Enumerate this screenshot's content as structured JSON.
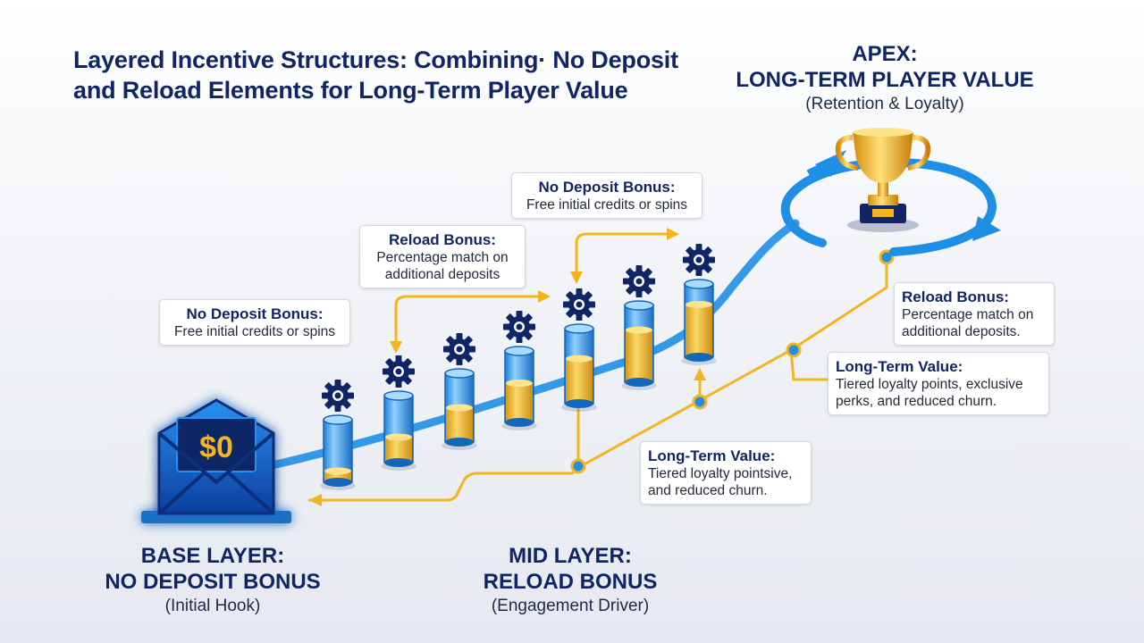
{
  "title": {
    "line1": "Layered Incentive Structures: Combining· No Deposit",
    "line2": "and Reload Elements for Long-Term Player Value"
  },
  "layers": {
    "base": {
      "line1": "BASE LAYER:",
      "line2": "NO DEPOSIT BONUS",
      "sub": "(Initial Hook)"
    },
    "mid": {
      "line1": "MID LAYER:",
      "line2": "RELOAD BONUS",
      "sub": "(Engagement Driver)"
    },
    "apex": {
      "line1": "APEX:",
      "line2": "LONG-TERM PLAYER VALUE",
      "sub": "(Retention & Loyalty)"
    }
  },
  "callouts": {
    "no_deposit_left": {
      "title": "No Deposit Bonus:",
      "body1": "Free initial credits or spins"
    },
    "reload_mid": {
      "title": "Reload Bonus:",
      "body1": "Percentage match on",
      "body2": "additional deposits"
    },
    "no_deposit_top": {
      "title": "No Deposit Bonus:",
      "body1": "Free initial credits or spins"
    },
    "reload_right": {
      "title": "Reload Bonus:",
      "body1": "Percentage match on",
      "body2": "additional deposits."
    },
    "long_term_right": {
      "title": "Long-Term Value:",
      "body1": "Tiered loyalty points, exclusive",
      "body2": "perks, and reduced churn."
    },
    "long_term_mid": {
      "title": "Long-Term Value:",
      "body1": "Tiered loyalty pointsive,",
      "body2": "and reduced churn."
    }
  },
  "envelope": {
    "amount": "$0"
  },
  "icons": {
    "envelope": "envelope-icon",
    "trophy": "trophy-icon",
    "gear": "gear-icon"
  },
  "colors": {
    "navy": "#0f2566",
    "blue_path": "#1f8fe6",
    "gold": "#f2b51d",
    "cylinder_blue": "#3aa4f0",
    "cylinder_gold": "#f3b623"
  },
  "cylinders": [
    {
      "fill": 0.18
    },
    {
      "fill": 0.38
    },
    {
      "fill": 0.5
    },
    {
      "fill": 0.55
    },
    {
      "fill": 0.6
    },
    {
      "fill": 0.68
    },
    {
      "fill": 0.72
    }
  ]
}
